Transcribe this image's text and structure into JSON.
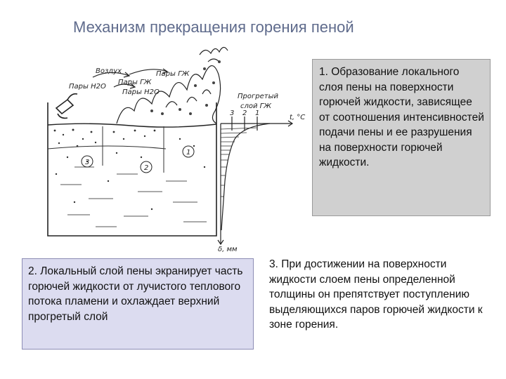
{
  "title": "Механизм прекращения горения пеной",
  "box1": {
    "text": "1. Образование локального слоя пены на поверхности горючей жидкости, зависящее от соотношения интенсивностей подачи пены и ее разрушения на поверхности горючей жидкости."
  },
  "box2": {
    "text": "2. Локальный слой пены экранирует часть горючей жидкости от лучистого теплового потока пламени и охлаждает верхний прогретый слой"
  },
  "box3": {
    "text": "3. При достижении на поверхности жидкости слоем пены определенной толщины он препятствует поступлению выделяющихся паров горючей жидкости к зоне горения."
  },
  "diagram": {
    "labels": {
      "air": "Воздух",
      "vapor_fuel_1": "Пары ГЖ",
      "vapor_fuel_2": "Пары ГЖ",
      "vapor_water_1": "Пары Н2О",
      "vapor_water_2": "Пары Н2О",
      "heated_layer_1": "Прогретый",
      "heated_layer_2": "слой ГЖ",
      "temp_axis": "t, °C",
      "depth_axis": "δ, мм",
      "zone_1": "1",
      "zone_2": "2",
      "zone_3": "3",
      "scale_3": "3",
      "scale_2": "2",
      "scale_1": "1"
    }
  }
}
